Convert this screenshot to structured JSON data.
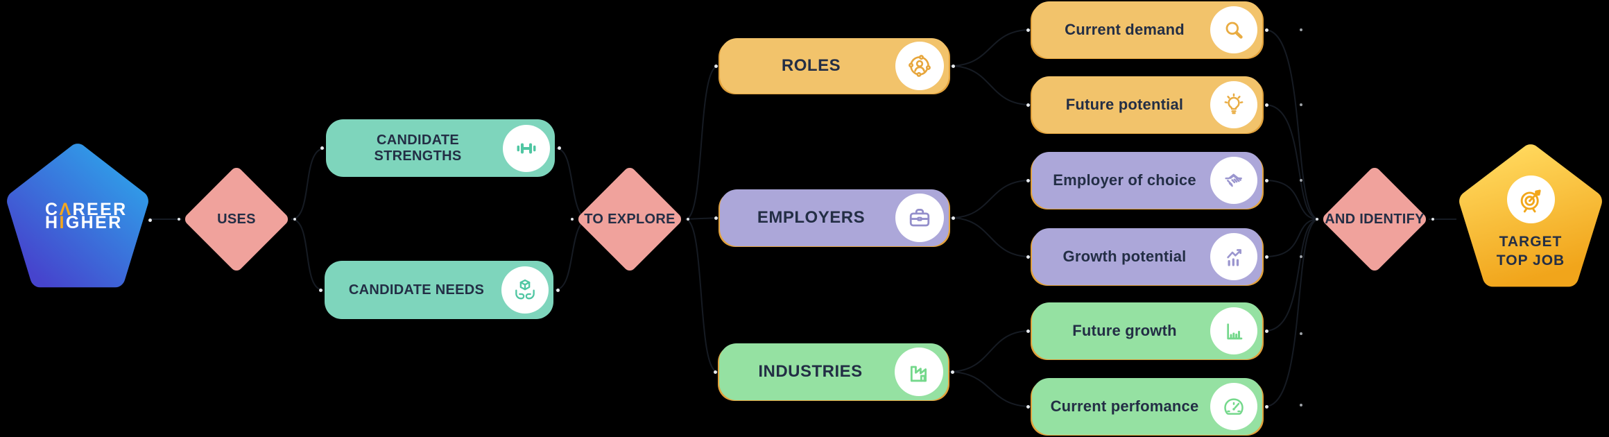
{
  "colors": {
    "background": "#000000",
    "salmon": "#F0A29C",
    "mint": "#7ED5BC",
    "amber": "#F2C36B",
    "lavender": "#ACA7D9",
    "green": "#95E1A2",
    "text_navy": "#232E45",
    "logo_accent": "#F5A81C",
    "pentagon_blue_light": "#2FA0E9",
    "pentagon_blue_dark": "#4644CD",
    "pentagon_gold_light": "#FFD65A",
    "pentagon_gold_dark": "#F1A51B"
  },
  "source": {
    "brand_line1_pre": "C",
    "brand_line1_accent": "Λ",
    "brand_line1_rest": "REER",
    "brand_line2_pre": "H",
    "brand_line2_accent": "I",
    "brand_line2_rest": "GHER"
  },
  "connectors": {
    "uses": "USES",
    "to_explore": "TO EXPLORE",
    "and_identify": "AND IDENTIFY"
  },
  "inputs": [
    {
      "label": "CANDIDATE STRENGTHS",
      "icon": "dumbbell-icon"
    },
    {
      "label": "CANDIDATE NEEDS",
      "icon": "hands-box-icon"
    }
  ],
  "explore": [
    {
      "label": "ROLES",
      "icon": "people-network-icon"
    },
    {
      "label": "EMPLOYERS",
      "icon": "briefcase-icon"
    },
    {
      "label": "INDUSTRIES",
      "icon": "factory-icon"
    }
  ],
  "criteria": [
    {
      "label": "Current demand",
      "icon": "magnifier-icon",
      "group": "roles"
    },
    {
      "label": "Future potential",
      "icon": "lightbulb-icon",
      "group": "roles"
    },
    {
      "label": "Employer of choice",
      "icon": "handshake-icon",
      "group": "employers"
    },
    {
      "label": "Growth potential",
      "icon": "trend-chart-icon",
      "group": "employers"
    },
    {
      "label": "Future growth",
      "icon": "bar-chart-icon",
      "group": "industries"
    },
    {
      "label": "Current perfomance",
      "icon": "gauge-icon",
      "group": "industries"
    }
  ],
  "target": {
    "line1": "TARGET",
    "line2": "TOP JOB",
    "icon": "target-icon"
  }
}
